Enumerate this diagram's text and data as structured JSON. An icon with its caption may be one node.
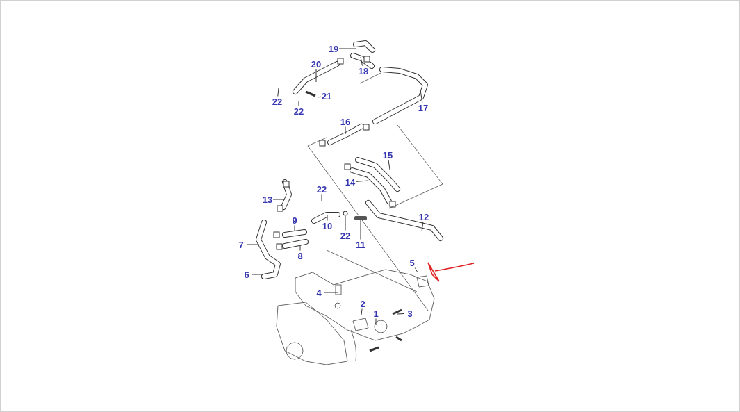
{
  "diagram": {
    "nodes": [
      {
        "text": [
          "19"
        ]
      },
      {
        "text": [
          "20"
        ]
      },
      {
        "text": [
          "18"
        ]
      },
      {
        "text": [
          "21"
        ]
      },
      {
        "text": [
          "22"
        ]
      },
      {
        "text": [
          "22"
        ]
      },
      {
        "text": [
          "17"
        ]
      },
      {
        "text": [
          "16"
        ]
      },
      {
        "text": [
          "15"
        ]
      },
      {
        "text": [
          "14"
        ]
      },
      {
        "text": [
          "22"
        ]
      },
      {
        "text": [
          "13"
        ]
      },
      {
        "text": [
          "12"
        ]
      },
      {
        "text": [
          "9"
        ]
      },
      {
        "text": [
          "10"
        ]
      },
      {
        "text": [
          "7"
        ]
      },
      {
        "text": [
          "22"
        ]
      },
      {
        "text": [
          "11"
        ]
      },
      {
        "text": [
          "8"
        ]
      },
      {
        "text": [
          "5"
        ]
      },
      {
        "text": [
          "6"
        ]
      },
      {
        "text": [
          "4"
        ]
      },
      {
        "text": [
          "2"
        ]
      },
      {
        "text": [
          "1"
        ]
      },
      {
        "text": [
          "3"
        ]
      },
      {
        "text": [],
        "shape": "circle"
      },
      {
        "text": [],
        "shape": "bar"
      }
    ],
    "edges": [
      {
        "from": 0,
        "to": null,
        "arrow": "none"
      },
      {
        "from": 1,
        "to": null,
        "arrow": "none"
      },
      {
        "from": 2,
        "to": null,
        "arrow": "none"
      },
      {
        "from": 3,
        "to": null,
        "arrow": "none"
      },
      {
        "from": 4,
        "to": null,
        "arrow": "none"
      },
      {
        "from": 5,
        "to": null,
        "arrow": "none"
      },
      {
        "from": 6,
        "to": null,
        "arrow": "none"
      },
      {
        "from": 7,
        "to": null,
        "arrow": "none"
      },
      {
        "from": 8,
        "to": null,
        "arrow": "none"
      },
      {
        "from": 9,
        "to": null,
        "arrow": "none"
      },
      {
        "from": 10,
        "to": null,
        "arrow": "none"
      },
      {
        "from": 11,
        "to": null,
        "arrow": "none"
      },
      {
        "from": 12,
        "to": null,
        "arrow": "none"
      },
      {
        "from": 13,
        "to": null,
        "arrow": "none"
      },
      {
        "from": 14,
        "to": null,
        "arrow": "none"
      },
      {
        "from": 15,
        "to": null,
        "arrow": "none"
      },
      {
        "from": 16,
        "to": 25,
        "arrow": "none"
      },
      {
        "from": 17,
        "to": 26,
        "arrow": "none"
      },
      {
        "from": 18,
        "to": null,
        "arrow": "none"
      },
      {
        "from": 19,
        "to": null,
        "arrow": "none"
      },
      {
        "from": 20,
        "to": null,
        "arrow": "none"
      },
      {
        "from": 21,
        "to": null,
        "arrow": "none"
      },
      {
        "from": 22,
        "to": null,
        "arrow": "none"
      },
      {
        "from": 23,
        "to": null,
        "arrow": "none"
      },
      {
        "from": 24,
        "to": null,
        "arrow": "none"
      }
    ]
  }
}
